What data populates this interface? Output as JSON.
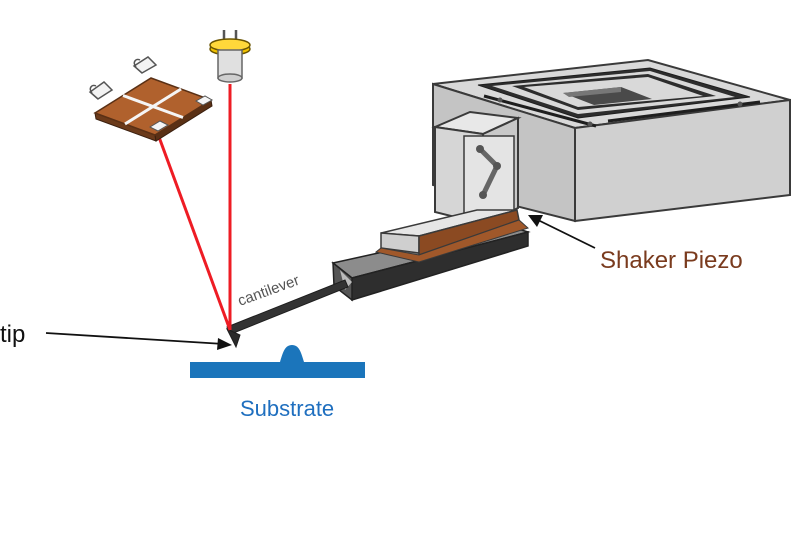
{
  "labels": {
    "tip": "tip",
    "cantilever": "cantilever",
    "substrate": "Substrate",
    "shaker_piezo": "Shaker Piezo"
  },
  "colors": {
    "laser": "#ee1c24",
    "substrate": "#1b75bb",
    "piezo": "#8b4a22",
    "piezo_label": "#7a3b1e",
    "substrate_label": "#1f6fbf",
    "block_top": "#d9d9d9",
    "block_side": "#c9c9c9",
    "outline": "#3a3a3a"
  },
  "icons": {
    "photodetector": "quadrant-photodiode-icon",
    "laser_source": "laser-diode-icon",
    "scanner": "xy-scanner-stage-icon",
    "flexure": "flexure-linkage-icon"
  }
}
